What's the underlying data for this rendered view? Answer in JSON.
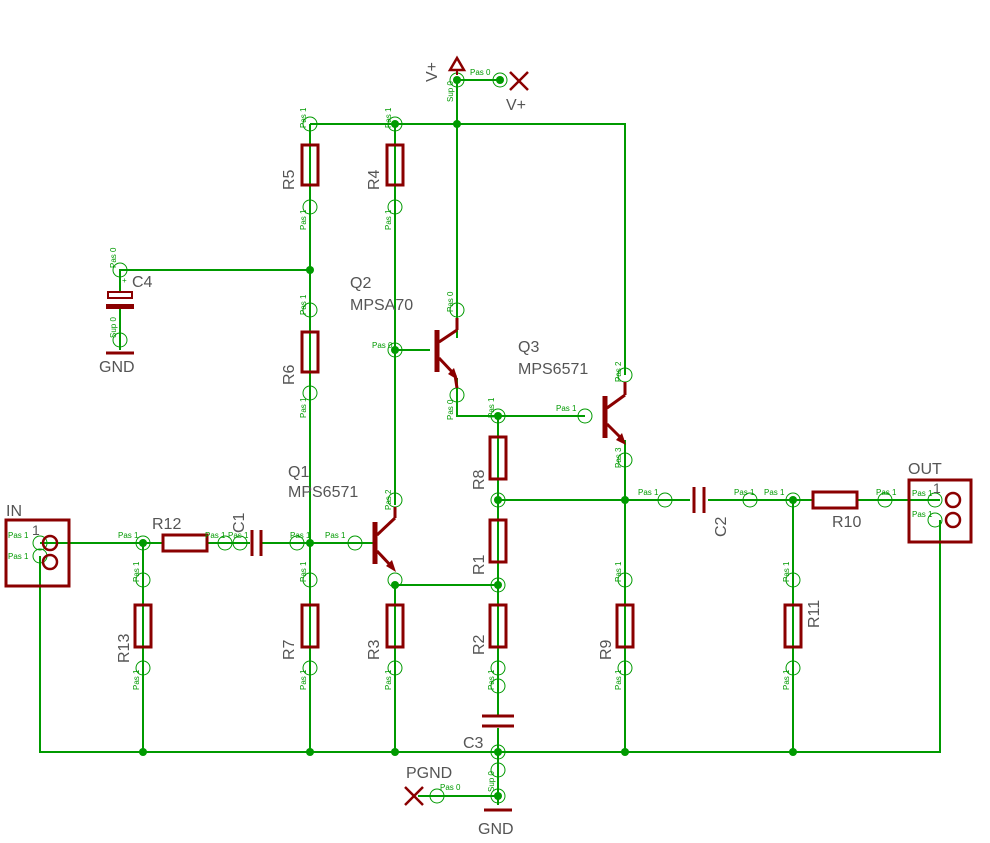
{
  "components": {
    "R1": "R1",
    "R2": "R2",
    "R3": "R3",
    "R4": "R4",
    "R5": "R5",
    "R6": "R6",
    "R7": "R7",
    "R8": "R8",
    "R9": "R9",
    "R10": "R10",
    "R11": "R11",
    "R12": "R12",
    "R13": "R13",
    "C1": "C1",
    "C2": "C2",
    "C3": "C3",
    "C4": "C4",
    "Q1": "Q1",
    "Q1_value": "MPS6571",
    "Q2": "Q2",
    "Q2_value": "MPSA70",
    "Q3": "Q3",
    "Q3_value": "MPS6571"
  },
  "nets": {
    "vplus_top": "V+",
    "vplus_right": "V+",
    "gnd_c4": "GND",
    "gnd_bottom": "GND",
    "pgnd": "PGND"
  },
  "connectors": {
    "in": "IN",
    "out": "OUT",
    "pin1": "1"
  },
  "pins": {
    "pas1": "Pas 1",
    "pas0": "Pas 0",
    "pas2": "Pas 2",
    "pas3": "Pas 3",
    "sup0": "Sup 0",
    "plus": "+"
  },
  "colors": {
    "wire": "#009a00",
    "part": "#8a0000",
    "label": "#555555"
  }
}
